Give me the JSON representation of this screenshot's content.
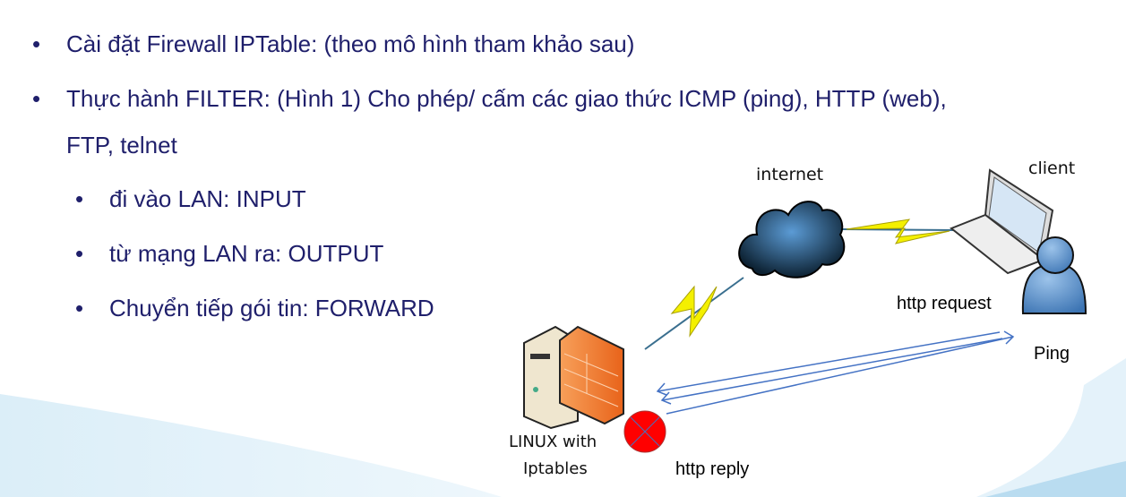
{
  "bullets": [
    {
      "text": "Cài đặt Firewall IPTable: (theo mô hình tham khảo sau)"
    },
    {
      "text": "Thực hành FILTER: (Hình 1) Cho phép/ cấm các giao thức ICMP (ping), HTTP (web),",
      "cont": "FTP, telnet"
    }
  ],
  "sub_bullets": [
    {
      "text": "đi vào LAN: INPUT"
    },
    {
      "text": "từ mạng LAN ra: OUTPUT"
    },
    {
      "text": "Chuyển tiếp gói tin: FORWARD"
    }
  ],
  "bullet_char": "•",
  "diagram": {
    "internet": "internet",
    "client": "client",
    "http_request": "http request",
    "ping": "Ping",
    "linux_line1": "LINUX with",
    "linux_line2": "Iptables",
    "http_reply": "http reply"
  },
  "colors": {
    "text": "#1f1f6b",
    "arrow": "#4472c4",
    "blocked": "#ff0000",
    "firewall": "#f07a2a",
    "lightning": "#f4f000"
  }
}
